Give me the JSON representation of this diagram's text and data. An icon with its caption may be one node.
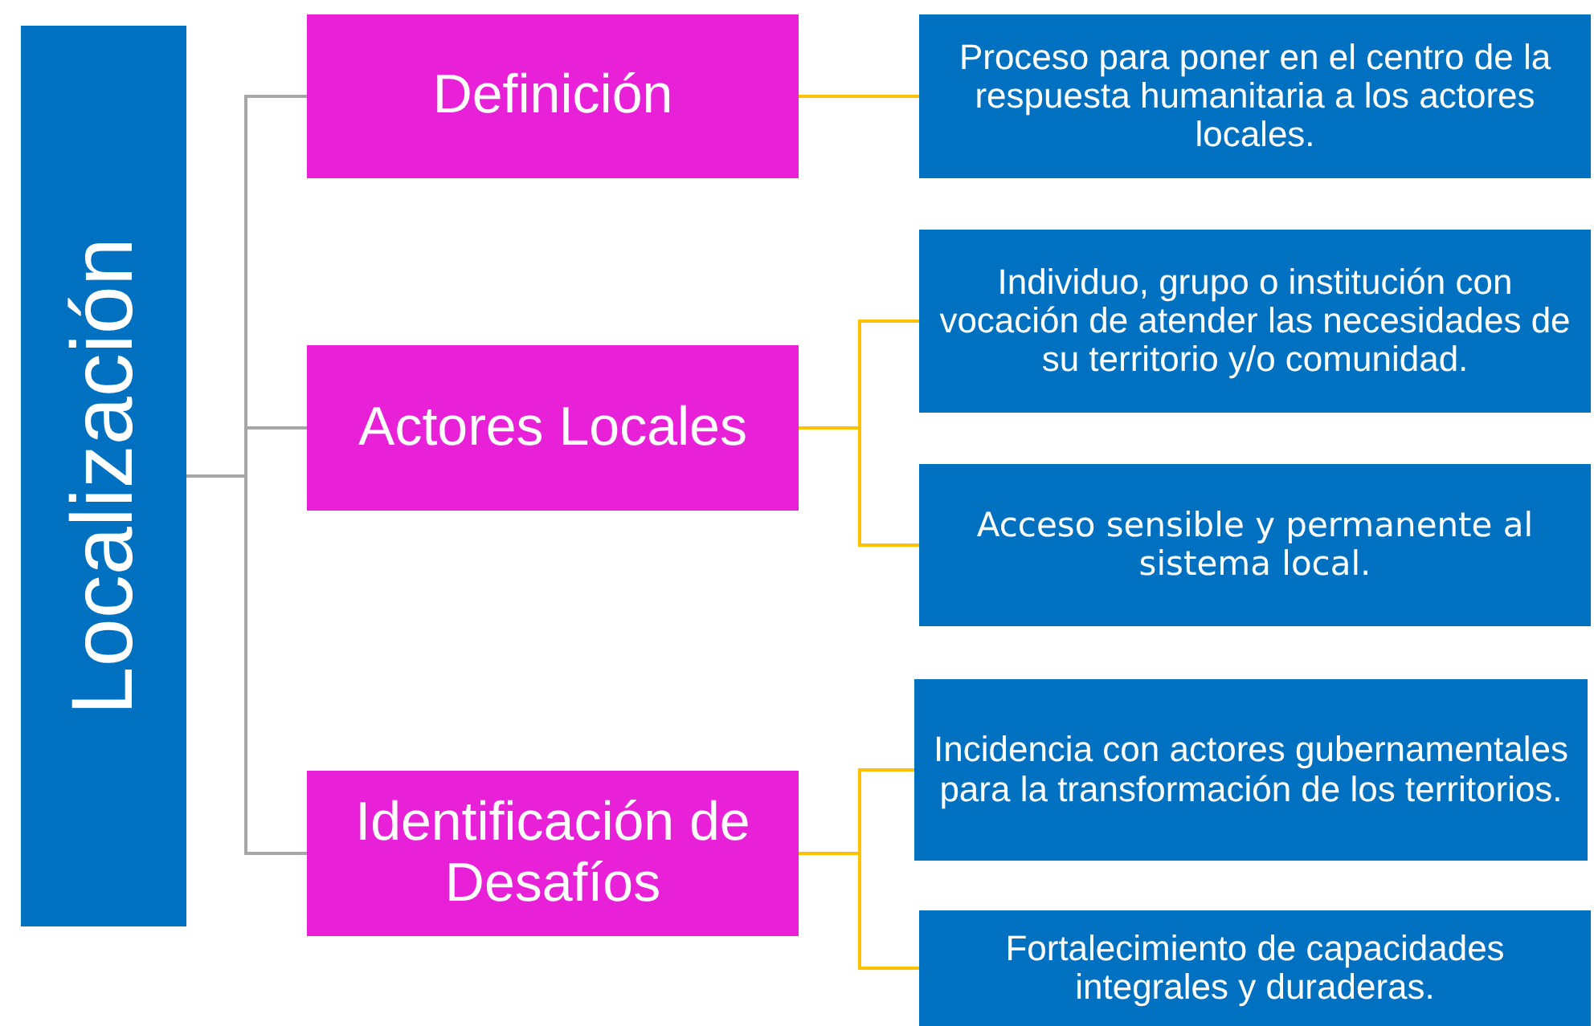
{
  "diagram": {
    "nodes": [
      {
        "text": [
          "Localización"
        ]
      },
      {
        "text": [
          "Definición"
        ]
      },
      {
        "text": [
          "Actores Locales"
        ]
      },
      {
        "text": [
          "Identificación de Desafíos"
        ]
      },
      {
        "text": [
          "Proceso para poner en el centro de la respuesta humanitaria a los actores locales."
        ]
      },
      {
        "text": [
          "Individuo, grupo o institución con vocación de atender las necesidades de su territorio y/o comunidad."
        ]
      },
      {
        "text": [
          "Acceso sensible y permanente al sistema local."
        ]
      },
      {
        "text": [
          "Incidencia con actores gubernamentales para la transformación  de los territorios."
        ]
      },
      {
        "text": [
          "Fortalecimiento de capacidades integrales y duraderas."
        ]
      }
    ],
    "edges": [
      {
        "from": 0,
        "to": 1,
        "arrow": "none",
        "color": "#a6a6a6"
      },
      {
        "from": 0,
        "to": 2,
        "arrow": "none",
        "color": "#a6a6a6"
      },
      {
        "from": 0,
        "to": 3,
        "arrow": "none",
        "color": "#a6a6a6"
      },
      {
        "from": 1,
        "to": 4,
        "arrow": "none"
      },
      {
        "from": 2,
        "to": 5,
        "arrow": "none"
      },
      {
        "from": 2,
        "to": 6,
        "arrow": "none"
      },
      {
        "from": 3,
        "to": 7,
        "arrow": "none"
      },
      {
        "from": 3,
        "to": 8,
        "arrow": "none"
      }
    ]
  }
}
